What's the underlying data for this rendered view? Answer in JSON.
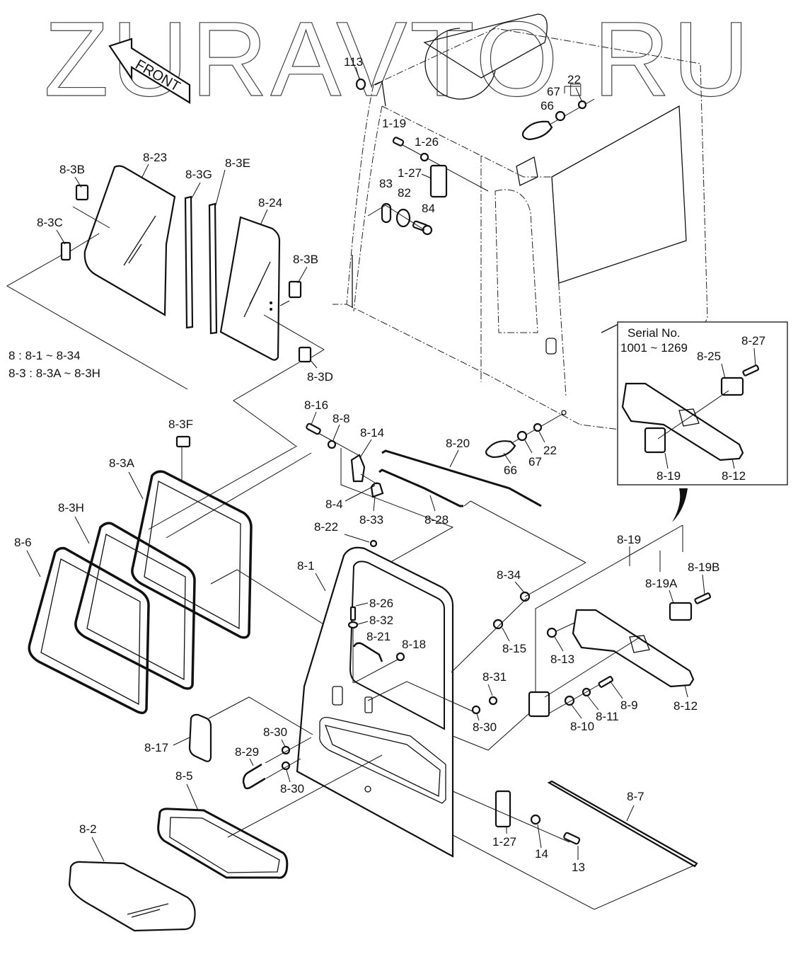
{
  "watermark": "ZURAVTO.RU",
  "front_arrow": "FRONT",
  "legend": [
    "8 : 8-1 ~ 8-34",
    "8-3 : 8-3A ~ 8-3H"
  ],
  "inset": {
    "title_line1": "Serial No.",
    "title_line2": "1001 ~ 1269",
    "labels": {
      "p8_27": "8-27",
      "p8_25": "8-25",
      "p8_19": "8-19",
      "p8_12": "8-12"
    }
  },
  "labels": {
    "p113": "113",
    "p22a": "22",
    "p67a": "67",
    "p66a": "66",
    "p1_19": "1-19",
    "p1_26": "1-26",
    "p1_27a": "1-27",
    "p83": "83",
    "p82": "82",
    "p84": "84",
    "p8_23": "8-23",
    "p8_3B_a": "8-3B",
    "p8_3G": "8-3G",
    "p8_3E": "8-3E",
    "p8_24": "8-24",
    "p8_3C": "8-3C",
    "p8_3B_b": "8-3B",
    "p8_3D": "8-3D",
    "p8_16": "8-16",
    "p8_8": "8-8",
    "p8_14": "8-14",
    "p8_20": "8-20",
    "p66b": "66",
    "p67b": "67",
    "p22b": "22",
    "p8_3F": "8-3F",
    "p8_3A": "8-3A",
    "p8_3H": "8-3H",
    "p8_6": "8-6",
    "p8_4": "8-4",
    "p8_33": "8-33",
    "p8_28": "8-28",
    "p8_22": "8-22",
    "p8_1": "8-1",
    "p8_26": "8-26",
    "p8_32": "8-32",
    "p8_21": "8-21",
    "p8_18": "8-18",
    "p8_34": "8-34",
    "p8_15": "8-15",
    "p8_19": "8-19",
    "p8_19A": "8-19A",
    "p8_19B": "8-19B",
    "p8_13": "8-13",
    "p8_12": "8-12",
    "p8_31": "8-31",
    "p8_30a": "8-30",
    "p8_9": "8-9",
    "p8_11": "8-11",
    "p8_10": "8-10",
    "p8_17": "8-17",
    "p8_30b": "8-30",
    "p8_29": "8-29",
    "p8_30c": "8-30",
    "p8_5": "8-5",
    "p8_2": "8-2",
    "p8_7": "8-7",
    "p1_27b": "1-27",
    "p14": "14",
    "p13": "13"
  }
}
